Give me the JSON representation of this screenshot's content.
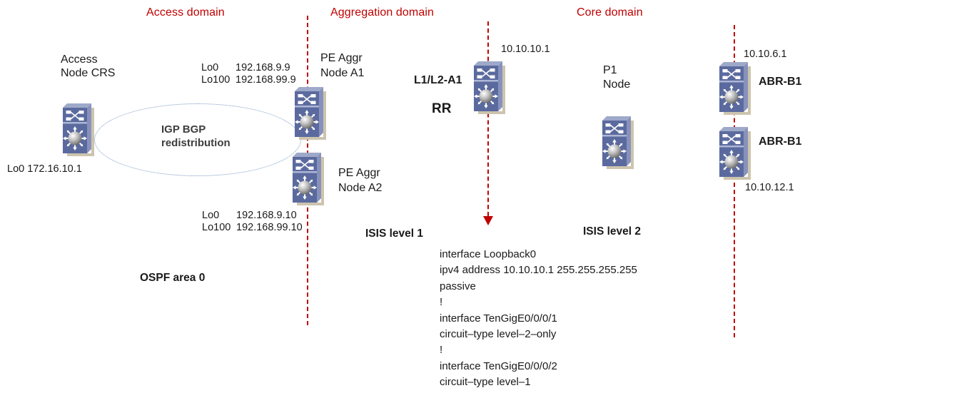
{
  "domains": [
    {
      "label": "Access domain"
    },
    {
      "label": "Aggregation domain"
    },
    {
      "label": "Core domain"
    }
  ],
  "annotations": {
    "igp_bgp_line1": "IGP BGP",
    "igp_bgp_line2": "redistribution",
    "ospf": "OSPF area 0",
    "isis_level1": "ISIS level 1",
    "isis_level2": "ISIS level 2"
  },
  "nodes": {
    "access_crs": {
      "label_line1": "Access",
      "label_line2": "Node CRS",
      "loopback": "Lo0 172.16.10.1"
    },
    "pe_aggr_a1": {
      "label_line1": "PE Aggr",
      "label_line2": "Node A1",
      "loopbacks": [
        {
          "name": "Lo0",
          "ip": "192.168.9.9"
        },
        {
          "name": "Lo100",
          "ip": "192.168.99.9"
        }
      ]
    },
    "pe_aggr_a2": {
      "label_line1": "PE Aggr",
      "label_line2": "Node A2",
      "loopbacks": [
        {
          "name": "Lo0",
          "ip": "192.168.9.10"
        },
        {
          "name": "Lo100",
          "ip": "192.168.99.10"
        }
      ]
    },
    "l1_l2_a1": {
      "label": "L1/L2-A1",
      "role": "RR",
      "ip": "10.10.10.1"
    },
    "p1": {
      "label_line1": "P1",
      "label_line2": "Node"
    },
    "abr_b1_top": {
      "label": "ABR-B1",
      "ip": "10.10.6.1"
    },
    "abr_b1_bottom": {
      "label": "ABR-B1",
      "ip": "10.10.12.1"
    }
  },
  "config_block": {
    "lines": [
      "interface Loopback0",
      "ipv4 address 10.10.10.1 255.255.255.255",
      "passive",
      "!",
      "interface TenGigE0/0/0/1",
      "circuit–type level–2–only",
      "!",
      "interface TenGigE0/0/0/2",
      "circuit–type level–1"
    ]
  },
  "colors": {
    "domain_label_red": "#c00000",
    "boundary_line_red": "#c00000",
    "ellipse_blue": "#6f94bd",
    "node_front_blue": "#5b6a9e",
    "node_top_blue": "#9ea9ca",
    "shadow_tan": "#cdc4ae",
    "text_black": "#1a1a1a"
  }
}
